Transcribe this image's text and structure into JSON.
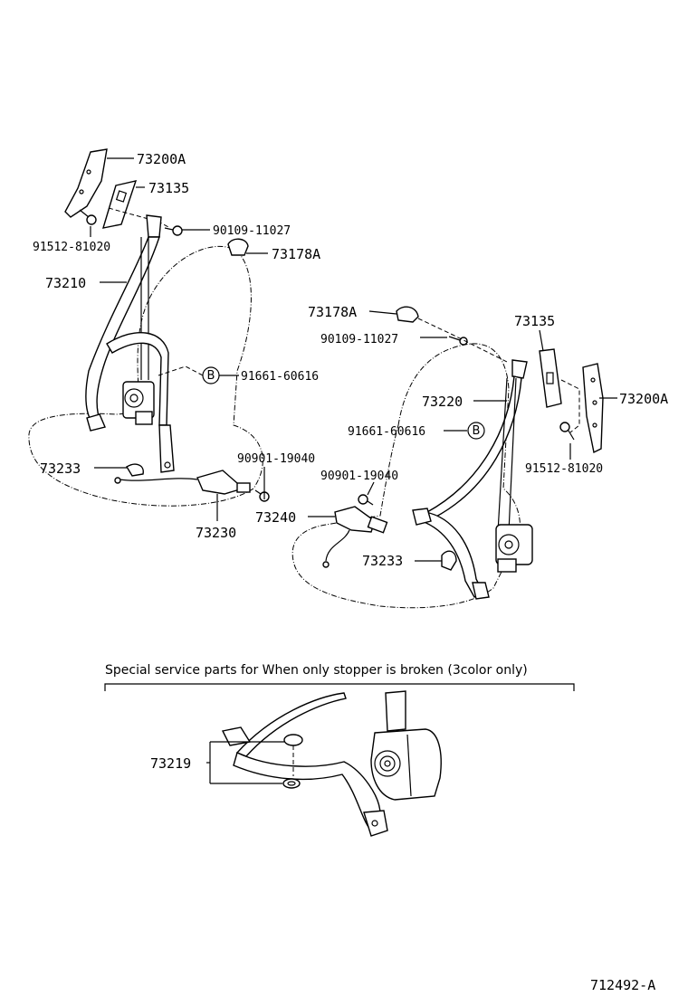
{
  "labels": {
    "l_73200A_1": "73200A",
    "l_73135_1": "73135",
    "l_90109_1": "90109-11027",
    "l_91512_1": "91512-81020",
    "l_73178A_1": "73178A",
    "l_73210": "73210",
    "l_91661_1": "91661-60616",
    "l_90901_1": "90901-19040",
    "l_73233_1": "73233",
    "l_73230": "73230",
    "l_73240": "73240",
    "l_73178A_2": "73178A",
    "l_90109_2": "90109-11027",
    "l_73135_2": "73135",
    "l_73220": "73220",
    "l_73200A_2": "73200A",
    "l_91661_2": "91661-60616",
    "l_91512_2": "91512-81020",
    "l_90901_2": "90901-19040",
    "l_73233_2": "73233",
    "l_73219": "73219"
  },
  "ref_marker": "B",
  "special_note": "Special service parts for When only stopper is broken (3color only)",
  "figure_id": "712492-A"
}
